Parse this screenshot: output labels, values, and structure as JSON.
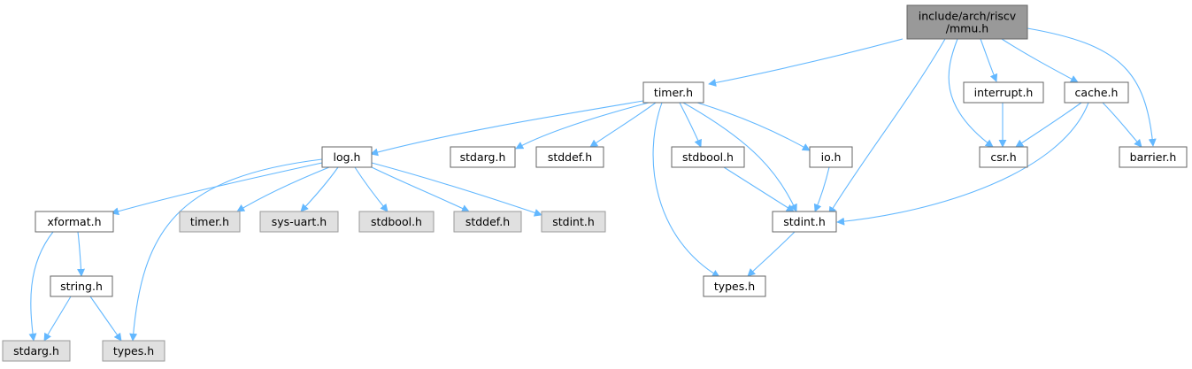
{
  "diagram": {
    "type": "include-dependency-graph",
    "colors": {
      "root_fill": "#999999",
      "root_border": "#666666",
      "file_fill": "#ffffff",
      "file_border": "#666666",
      "system_fill": "#e0e0e0",
      "system_border": "#999999",
      "edge": "#63b8ff"
    },
    "nodes": [
      {
        "id": "root",
        "lines": [
          "include/arch/riscv",
          "/mmu.h"
        ],
        "kind": "root"
      },
      {
        "id": "timer_h",
        "lines": [
          "timer.h"
        ],
        "kind": "file"
      },
      {
        "id": "interrupt_h",
        "lines": [
          "interrupt.h"
        ],
        "kind": "file"
      },
      {
        "id": "cache_h",
        "lines": [
          "cache.h"
        ],
        "kind": "file"
      },
      {
        "id": "log_h",
        "lines": [
          "log.h"
        ],
        "kind": "file"
      },
      {
        "id": "stdarg_h_1",
        "lines": [
          "stdarg.h"
        ],
        "kind": "file"
      },
      {
        "id": "stddef_h_1",
        "lines": [
          "stddef.h"
        ],
        "kind": "file"
      },
      {
        "id": "stdbool_h_1",
        "lines": [
          "stdbool.h"
        ],
        "kind": "file"
      },
      {
        "id": "io_h",
        "lines": [
          "io.h"
        ],
        "kind": "file"
      },
      {
        "id": "csr_h",
        "lines": [
          "csr.h"
        ],
        "kind": "file"
      },
      {
        "id": "barrier_h",
        "lines": [
          "barrier.h"
        ],
        "kind": "file"
      },
      {
        "id": "xformat_h",
        "lines": [
          "xformat.h"
        ],
        "kind": "file"
      },
      {
        "id": "timer_h_sys",
        "lines": [
          "timer.h"
        ],
        "kind": "system"
      },
      {
        "id": "sys_uart_h",
        "lines": [
          "sys-uart.h"
        ],
        "kind": "system"
      },
      {
        "id": "stdbool_h_sys",
        "lines": [
          "stdbool.h"
        ],
        "kind": "system"
      },
      {
        "id": "stddef_h_sys",
        "lines": [
          "stddef.h"
        ],
        "kind": "system"
      },
      {
        "id": "stdint_h_sys",
        "lines": [
          "stdint.h"
        ],
        "kind": "system"
      },
      {
        "id": "stdint_h",
        "lines": [
          "stdint.h"
        ],
        "kind": "file"
      },
      {
        "id": "string_h",
        "lines": [
          "string.h"
        ],
        "kind": "file"
      },
      {
        "id": "types_h",
        "lines": [
          "types.h"
        ],
        "kind": "file"
      },
      {
        "id": "stdarg_h_sys",
        "lines": [
          "stdarg.h"
        ],
        "kind": "system"
      },
      {
        "id": "types_h_sys",
        "lines": [
          "types.h"
        ],
        "kind": "system"
      }
    ],
    "edges": [
      {
        "from": "root",
        "to": "timer_h"
      },
      {
        "from": "root",
        "to": "stdint_h"
      },
      {
        "from": "root",
        "to": "csr_h"
      },
      {
        "from": "root",
        "to": "interrupt_h"
      },
      {
        "from": "root",
        "to": "cache_h"
      },
      {
        "from": "root",
        "to": "barrier_h"
      },
      {
        "from": "timer_h",
        "to": "log_h"
      },
      {
        "from": "timer_h",
        "to": "stdarg_h_1"
      },
      {
        "from": "timer_h",
        "to": "stddef_h_1"
      },
      {
        "from": "timer_h",
        "to": "stdbool_h_1"
      },
      {
        "from": "timer_h",
        "to": "types_h"
      },
      {
        "from": "timer_h",
        "to": "stdint_h"
      },
      {
        "from": "timer_h",
        "to": "io_h"
      },
      {
        "from": "interrupt_h",
        "to": "csr_h"
      },
      {
        "from": "cache_h",
        "to": "csr_h"
      },
      {
        "from": "cache_h",
        "to": "barrier_h"
      },
      {
        "from": "cache_h",
        "to": "stdint_h"
      },
      {
        "from": "log_h",
        "to": "xformat_h"
      },
      {
        "from": "log_h",
        "to": "timer_h_sys"
      },
      {
        "from": "log_h",
        "to": "sys_uart_h"
      },
      {
        "from": "log_h",
        "to": "stdbool_h_sys"
      },
      {
        "from": "log_h",
        "to": "stddef_h_sys"
      },
      {
        "from": "log_h",
        "to": "stdint_h_sys"
      },
      {
        "from": "log_h",
        "to": "types_h_sys"
      },
      {
        "from": "stdbool_h_1",
        "to": "stdint_h"
      },
      {
        "from": "io_h",
        "to": "stdint_h"
      },
      {
        "from": "stdint_h",
        "to": "types_h"
      },
      {
        "from": "xformat_h",
        "to": "string_h"
      },
      {
        "from": "xformat_h",
        "to": "stdarg_h_sys"
      },
      {
        "from": "string_h",
        "to": "stdarg_h_sys"
      },
      {
        "from": "string_h",
        "to": "types_h_sys"
      }
    ]
  }
}
